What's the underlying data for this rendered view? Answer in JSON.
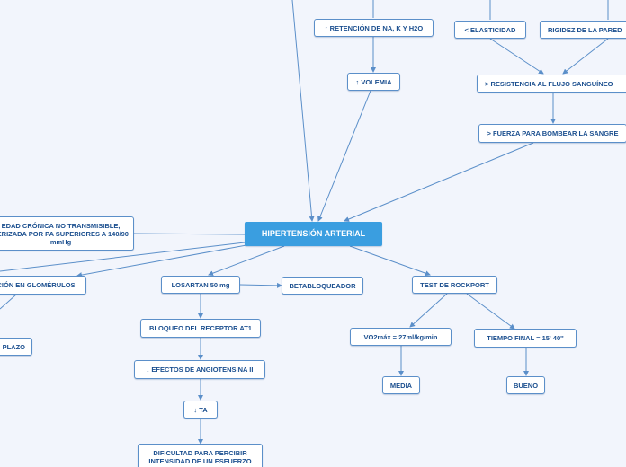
{
  "diagram": {
    "central": "HIPERTENSIÓN ARTERIAL",
    "nodes": {
      "retencion": "↑ RETENCIÓN DE NA, K Y H2O",
      "volemia": "↑ VOLEMIA",
      "elasticidad": "< ELASTICIDAD",
      "rigidez": "RIGIDEZ DE LA PARED",
      "resistencia": "> RESISTENCIA AL FLUJO SANGUÍNEO",
      "fuerza": "> FUERZA PARA BOMBEAR LA SANGRE",
      "enfermedad": "EDAD CRÓNICA NO TRANSMISIBLE, TERIZADA POR PA SUPERIORES A 140/90 mmHg",
      "glomerulos": "CIÓN EN GLOMÉRULOS",
      "plazo": "PLAZO",
      "losartan": "LOSARTAN 50 mg",
      "betabloqueador": "BETABLOQUEADOR",
      "bloqueo": "BLOQUEO DEL RECEPTOR AT1",
      "angiotensina": "↓ EFECTOS DE ANGIOTENSINA II",
      "ta": "↓ TA",
      "dificultad": "DIFICULTAD PARA PERCIBIR INTENSIDAD DE UN ESFUERZO",
      "rockport": "TEST DE ROCKPORT",
      "vo2": "VO2máx = 27ml/kg/min",
      "tiempo": "TIEMPO FINAL = 15' 40''",
      "media": "MEDIA",
      "bueno": "BUENO"
    }
  },
  "colors": {
    "background": "#f2f5fc",
    "node_border": "#5b8fc9",
    "node_text": "#1b4f8f",
    "central_fill": "#3a9ee0",
    "edge": "#5b8fc9"
  }
}
